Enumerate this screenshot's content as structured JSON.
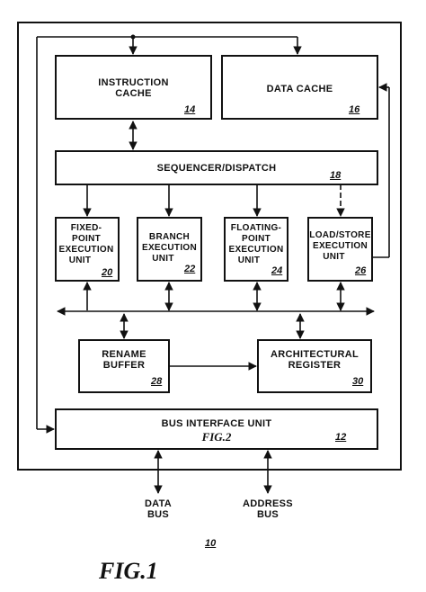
{
  "outer_ref": "10",
  "figure_caption": "FIG.1",
  "blocks": {
    "instruction_cache": {
      "label_line1": "INSTRUCTION",
      "label_line2": "CACHE",
      "ref": "14"
    },
    "data_cache": {
      "label": "DATA CACHE",
      "ref": "16"
    },
    "sequencer": {
      "label": "SEQUENCER/DISPATCH",
      "ref": "18"
    },
    "fixed_point": {
      "label_line1": "FIXED-",
      "label_line2": "POINT",
      "label_line3": "EXECUTION",
      "label_line4": "UNIT",
      "ref": "20"
    },
    "branch": {
      "label_line1": "BRANCH",
      "label_line2": "EXECUTION",
      "label_line3": "UNIT",
      "ref": "22"
    },
    "floating_point": {
      "label_line1": "FLOATING-",
      "label_line2": "POINT",
      "label_line3": "EXECUTION",
      "label_line4": "UNIT",
      "ref": "24"
    },
    "load_store": {
      "label_line1": "LOAD/STORE",
      "label_line2": "EXECUTION",
      "label_line3": "UNIT",
      "ref": "26"
    },
    "rename_buffer": {
      "label_line1": "RENAME",
      "label_line2": "BUFFER",
      "ref": "28"
    },
    "arch_register": {
      "label_line1": "ARCHITECTURAL",
      "label_line2": "REGISTER",
      "ref": "30"
    },
    "bus_interface": {
      "label": "BUS INTERFACE UNIT",
      "sublabel": "FIG.2",
      "ref": "12"
    }
  },
  "external": {
    "data_bus_line1": "DATA",
    "data_bus_line2": "BUS",
    "address_bus_line1": "ADDRESS",
    "address_bus_line2": "BUS"
  }
}
